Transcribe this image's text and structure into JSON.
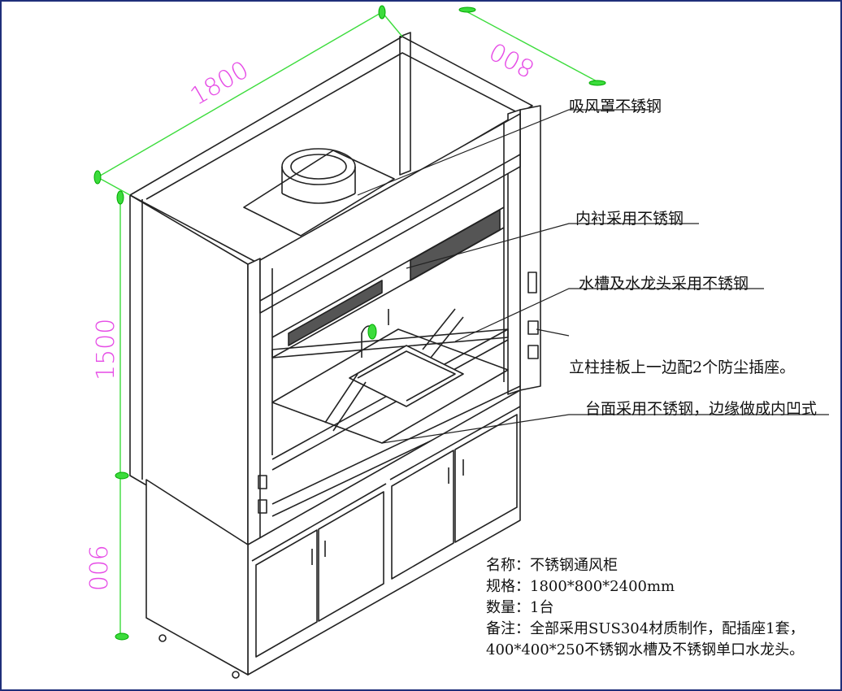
{
  "dimensions": {
    "width": "1800",
    "depth": "800",
    "height_upper": "1500",
    "height_lower": "900"
  },
  "callouts": {
    "hood": "吸风罩不锈钢",
    "lining": "内衬采用不锈钢",
    "sink": "水槽及水龙头采用不锈钢",
    "sockets": "立柱挂板上一边配2个防尘插座。",
    "worktop": "台面采用不锈钢，边缘做成内凹式"
  },
  "spec": {
    "name": "名称：不锈钢通风柜",
    "size": "规格：1800*800*2400mm",
    "quantity": "数量：1台",
    "note_1": "备注：全部采用SUS304材质制作，配插座1套，",
    "note_2": "400*400*250不锈钢水槽及不锈钢单口水龙头。"
  },
  "colors": {
    "dimension": "#e64ce6",
    "dimension_mark": "#3cdc3c",
    "line": "#222222",
    "frame": "#1f2f7a"
  }
}
